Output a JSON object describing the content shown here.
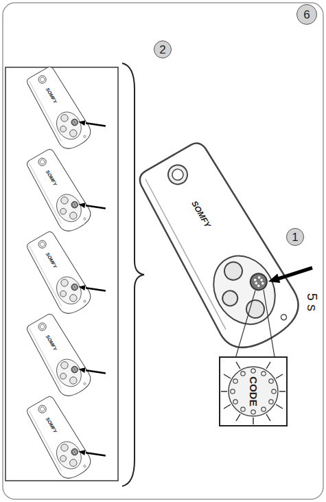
{
  "diagram": {
    "nodes": [
      {
        "text": [
          "6"
        ]
      },
      {
        "text": [
          "1"
        ]
      },
      {
        "text": [
          "2"
        ]
      }
    ],
    "labels": [
      "5 s",
      "CODE",
      "SOMFY",
      "SOMFY",
      "SOMFY",
      "SOMFY",
      "SOMFY",
      "SOMFY"
    ]
  }
}
